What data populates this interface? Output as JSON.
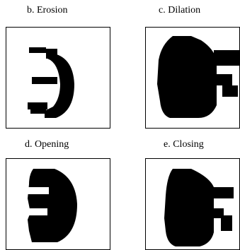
{
  "panels": [
    {
      "key": "erosion",
      "caption": "b.  Erosion"
    },
    {
      "key": "dilation",
      "caption": "c.  Dilation"
    },
    {
      "key": "opening",
      "caption": "d.  Opening"
    },
    {
      "key": "closing",
      "caption": "e.  Closing"
    }
  ],
  "colors": {
    "foreground": "#000000",
    "background": "#ffffff",
    "border": "#000000"
  }
}
